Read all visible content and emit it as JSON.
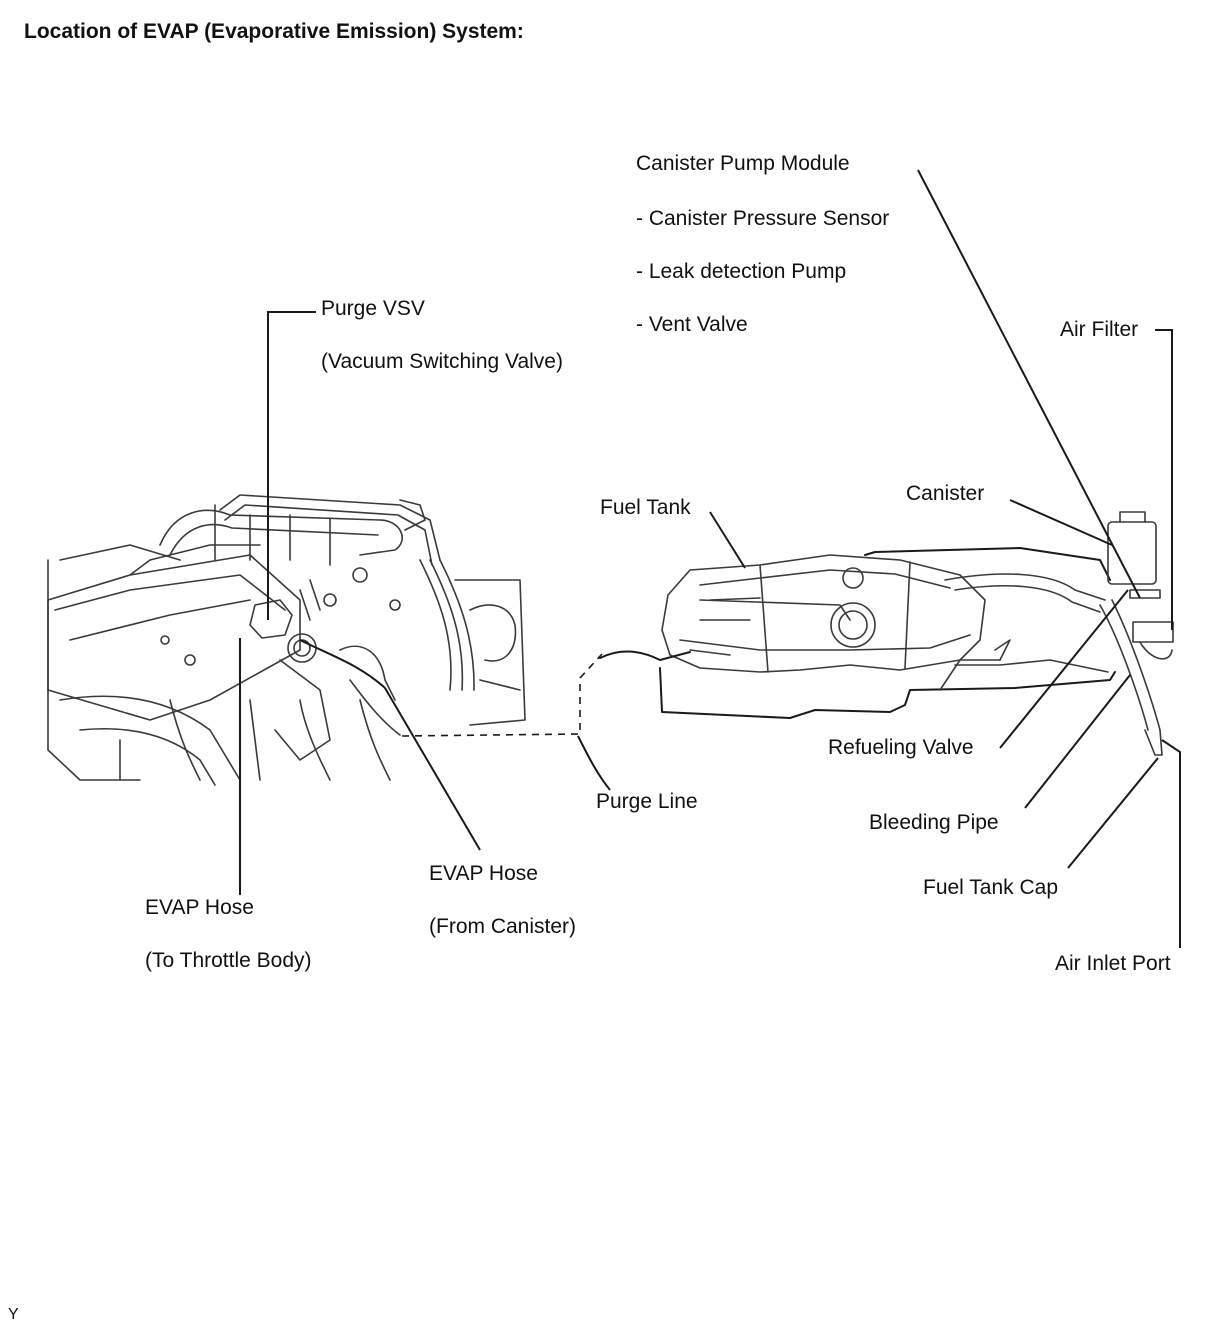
{
  "title": "Location of EVAP (Evaporative Emission) System:",
  "labels": {
    "purge_vsv": "Purge VSV",
    "purge_vsv_sub": "(Vacuum Switching Valve)",
    "canister_pump_module": "Canister Pump Module",
    "canister_pressure_sensor": "- Canister Pressure Sensor",
    "leak_detection_pump": "- Leak detection Pump",
    "vent_valve": "- Vent Valve",
    "air_filter": "Air Filter",
    "canister": "Canister",
    "fuel_tank": "Fuel Tank",
    "refueling_valve": "Refueling Valve",
    "purge_line": "Purge Line",
    "bleeding_pipe": "Bleeding Pipe",
    "fuel_tank_cap": "Fuel Tank Cap",
    "air_inlet_port": "Air Inlet Port",
    "evap_hose_to": "EVAP Hose",
    "evap_hose_to_sub": "(To Throttle Body)",
    "evap_hose_from": "EVAP Hose",
    "evap_hose_from_sub": "(From Canister)"
  },
  "footer_mark": "Y",
  "colors": {
    "line": "#1a1a1a",
    "sketch": "#3a3a3a",
    "background": "#ffffff"
  }
}
